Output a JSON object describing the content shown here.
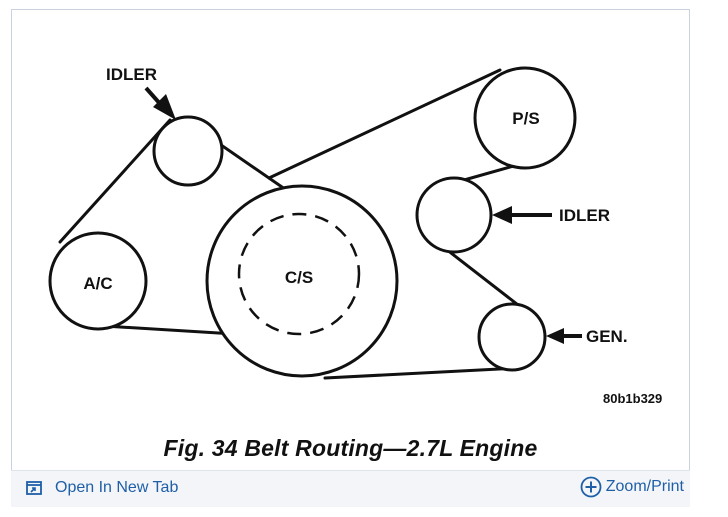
{
  "diagram": {
    "labels": {
      "idler_top": "IDLER",
      "ac": "A/C",
      "cs": "C/S",
      "ps": "P/S",
      "idler_right": "IDLER",
      "gen": "GEN.",
      "code": "80b1b329"
    },
    "caption": "Fig. 34 Belt Routing—2.7L Engine"
  },
  "footer": {
    "open_label": "Open In New Tab",
    "zoom_label": "Zoom/Print",
    "open_icon": "open-new-tab-icon",
    "zoom_icon": "zoom-plus-icon",
    "link_color": "#1f5fa8"
  }
}
